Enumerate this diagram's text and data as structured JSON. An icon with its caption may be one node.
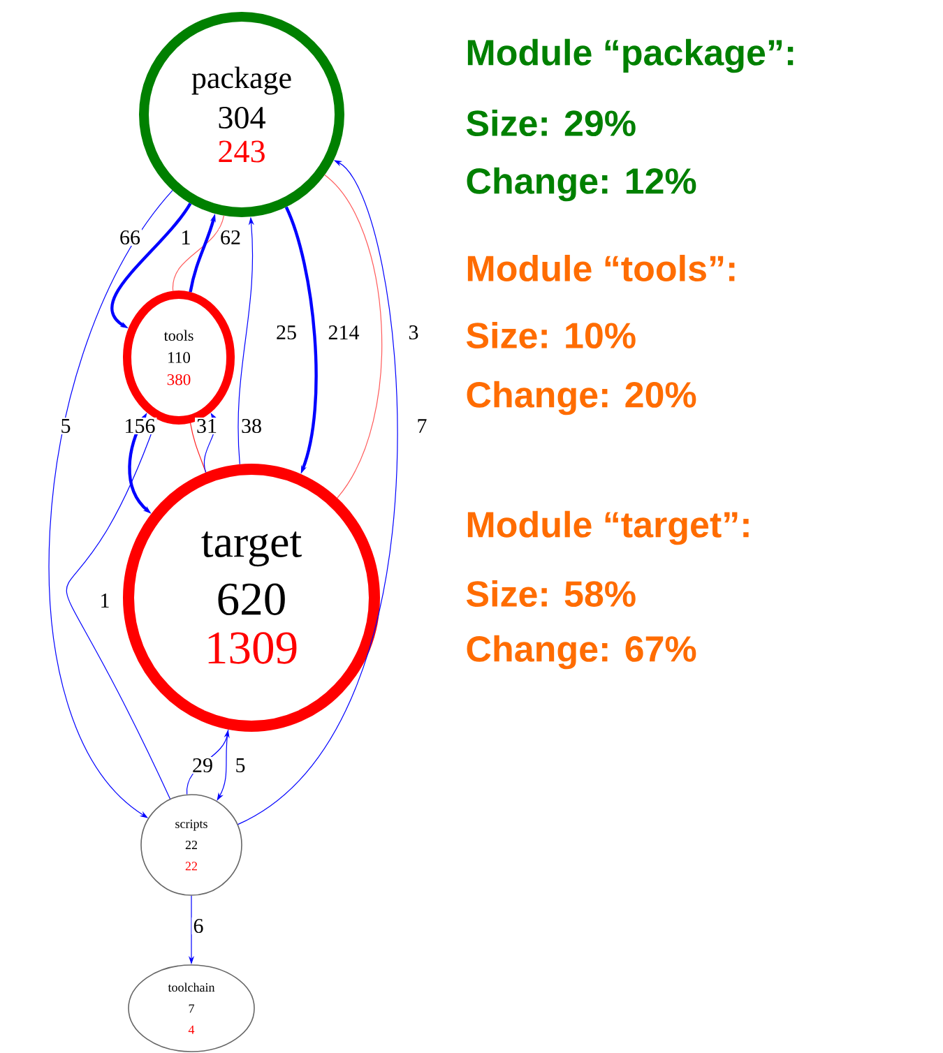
{
  "diagram": {
    "nodes": [
      {
        "text": [
          "package",
          "304",
          "243"
        ]
      },
      {
        "text": [
          "tools",
          "110",
          "380"
        ]
      },
      {
        "text": [
          "target",
          "620",
          "1309"
        ]
      },
      {
        "text": [
          "scripts",
          "22",
          "22"
        ]
      },
      {
        "text": [
          "toolchain",
          "7",
          "4"
        ]
      }
    ],
    "edges": [
      {
        "from": 0,
        "to": 1,
        "arrow": "to",
        "label": "66",
        "style": "thick"
      },
      {
        "from": 0,
        "to": 1,
        "arrow": "none",
        "label": "1",
        "color": "#ff5a5a"
      },
      {
        "from": 1,
        "to": 0,
        "arrow": "to",
        "label": "62",
        "style": "thick"
      },
      {
        "from": 2,
        "to": 0,
        "arrow": "to",
        "label": "25"
      },
      {
        "from": 0,
        "to": 2,
        "arrow": "to",
        "label": "214",
        "style": "thick"
      },
      {
        "from": 0,
        "to": 2,
        "arrow": "none",
        "label": "3",
        "color": "#ff5a5a"
      },
      {
        "from": 3,
        "to": 0,
        "arrow": "to",
        "label": "7"
      },
      {
        "from": 0,
        "to": 3,
        "arrow": "to",
        "label": "5"
      },
      {
        "from": 1,
        "to": 2,
        "arrow": "both",
        "label": "156",
        "style": "thick"
      },
      {
        "from": 1,
        "to": 2,
        "arrow": "none",
        "label": "31",
        "color": "#ff2020"
      },
      {
        "from": 2,
        "to": 1,
        "arrow": "to",
        "label": "38"
      },
      {
        "from": 3,
        "to": 1,
        "arrow": "to",
        "label": "1"
      },
      {
        "from": 3,
        "to": 2,
        "arrow": "to",
        "label": "29"
      },
      {
        "from": 2,
        "to": 3,
        "arrow": "to",
        "label": "5"
      },
      {
        "from": 3,
        "to": 4,
        "arrow": "to",
        "label": "6"
      }
    ],
    "labels": [
      "Module “package”:",
      "Size: 29%",
      "Change: 12%",
      "Module “tools”:",
      "Size: 10%",
      "Change: 20%",
      "Module “target”:",
      "Size: 58%",
      "Change: 67%"
    ]
  }
}
